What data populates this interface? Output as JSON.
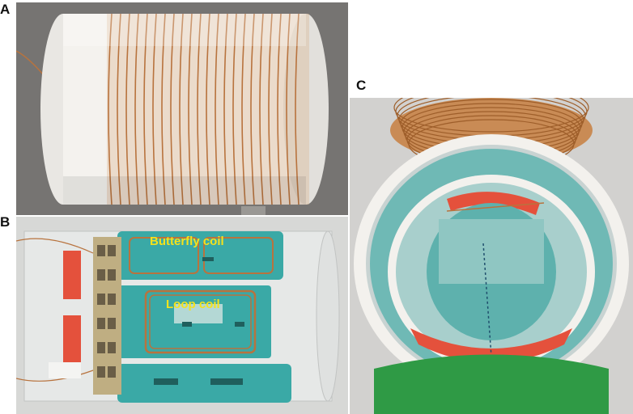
{
  "panels": {
    "a": {
      "label": "A"
    },
    "b": {
      "label": "B",
      "annotations": {
        "butterfly": "Butterfly coil",
        "loop": "Loop coil"
      }
    },
    "c": {
      "label": "C"
    }
  },
  "colors": {
    "copper": "#b8733e",
    "teal": "#3aa9a6",
    "red": "#e4513c",
    "white_tube": "#f3f1ed",
    "green_base": "#2f9a45",
    "annotation_yellow": "#f5e21c"
  }
}
